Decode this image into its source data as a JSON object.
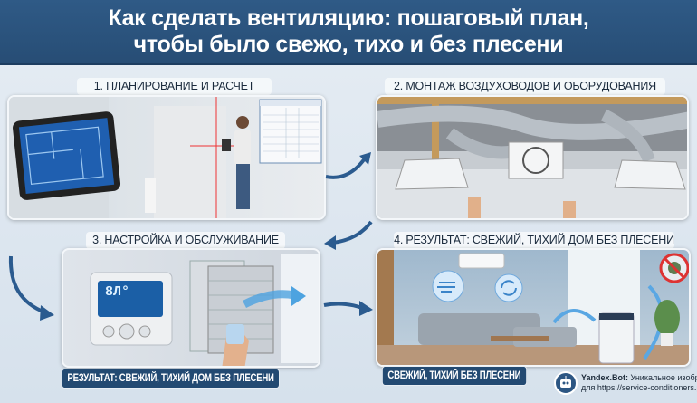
{
  "title": {
    "line1": "Как сделать вентиляцию: пошаговый план,",
    "line2": "чтобы было свежо, тихо и без плесени"
  },
  "steps": [
    {
      "label": "1. ПЛАНИРОВАНИЕ И РАСЧЕТ"
    },
    {
      "label": "2. МОНТАЖ ВОЗДУХОВОДОВ И ОБОРУДОВАНИЯ"
    },
    {
      "label": "3. НАСТРОЙКА И ОБСЛУЖИВАНИЕ",
      "caption": "РЕЗУЛЬТАТ: СВЕЖИЙ, ТИХИЙ ДОМ БЕЗ ПЛЕСЕНИ",
      "thermostat": "8Л°"
    },
    {
      "label": "4. РЕЗУЛЬТАТ: СВЕЖИЙ, ТИХИЙ ДОМ БЕЗ ПЛЕСЕНИ",
      "caption": "СВЕЖИЙ, ТИХИЙ БЕЗ ПЛЕСЕНИ"
    }
  ],
  "watermark": {
    "brand": "Yandex.Bot:",
    "text": " Уникальное изображени",
    "line2": "для https://service-conditioners.pro"
  },
  "colors": {
    "header": "#2b5380",
    "accent": "#2f6fb0",
    "caption": "#234a72"
  }
}
